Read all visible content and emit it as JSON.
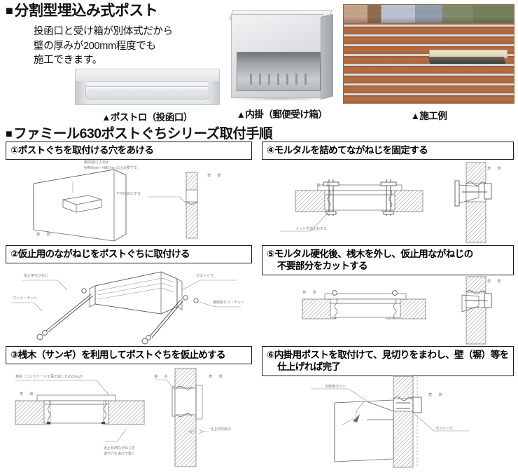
{
  "hero": {
    "title_bullet": "■",
    "title": "分割型埋込み式ポスト",
    "description": "投函口と受け箱が別体式だから\n壁の厚みが200mm程度でも\n施工できます。",
    "photos": [
      {
        "name": "post-mouth",
        "caption": "▲ポストロ（投函口）"
      },
      {
        "name": "inner-box",
        "caption": "▲内掛（郵便受け箱）"
      },
      {
        "name": "installation-example",
        "caption": "▲施工例"
      }
    ]
  },
  "section": {
    "bullet": "■",
    "title": "ファミール630ポストぐちシリーズ取付手順"
  },
  "steps": [
    {
      "number": "①",
      "title": "①ポストぐちを取付ける穴をあける",
      "title_line2": "",
      "annotations": [
        "躯体開口寸法は",
        "W400mm × H80 mm 以上必要です。",
        "やや広めにする",
        "表　側",
        "裏　側"
      ]
    },
    {
      "number": "②",
      "title": "②仮止用のながねじをポストぐちに取付ける",
      "title_line2": "",
      "annotations": [
        "仮止用ながねじ",
        "ワシャ・ナット",
        "ポストぐち",
        "接続用ビス・ナット"
      ]
    },
    {
      "number": "③",
      "title": "③桟木（サンギ）を利用してポストぐちを仮止めする",
      "title_line2": "",
      "annotations": [
        "桟木（コンクリート工事で抜くためのもの）",
        "表　側",
        "桟　木",
        "表　側",
        "仕上材の厚み",
        "仮止め用ながねじを",
        "通す穴をあけて置く"
      ]
    },
    {
      "number": "④",
      "title": "④モルタルを詰めてながねじを固定する",
      "title_line2": "",
      "annotations": [
        "表　側",
        "表　側",
        "ナットで仮止めする"
      ]
    },
    {
      "number": "⑤",
      "title": "⑤モルタル硬化後、桟木を外し、仮止用ながねじの",
      "title_line2": "不要部分をカットする",
      "annotations": [
        "表　側",
        "表　側"
      ]
    },
    {
      "number": "⑥",
      "title": "⑥内掛用ポストを取付けて、見切りをまわし、壁（塀）等を",
      "title_line2": "仕上げれば完了",
      "annotations": [
        "内掛用ポスト",
        "表　側",
        "ポストぐち"
      ]
    }
  ],
  "colors": {
    "text": "#111111",
    "border": "#1d1d1d",
    "annotation": "#7e7e7e",
    "background": "#ffffff"
  }
}
